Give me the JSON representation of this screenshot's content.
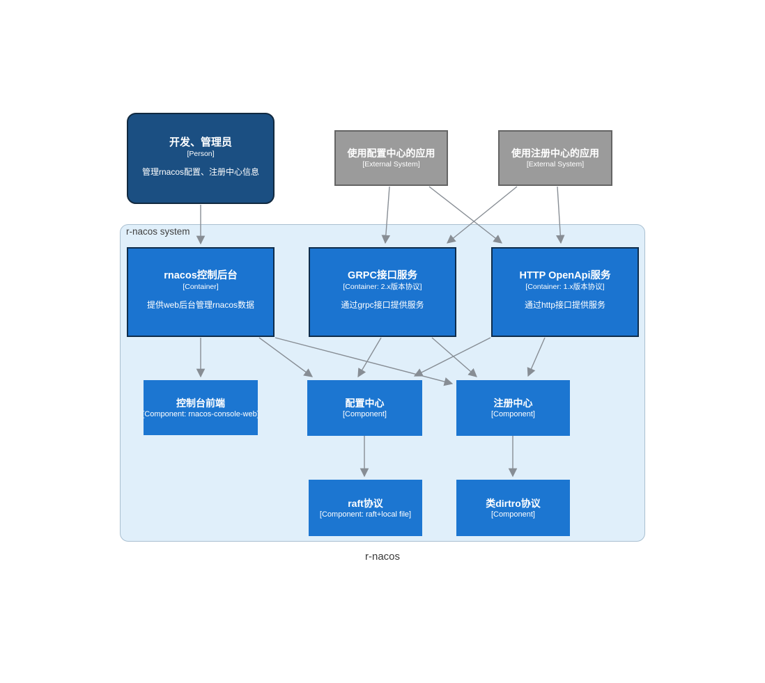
{
  "diagram": {
    "boundary_label": "r-nacos system",
    "caption": "r-nacos"
  },
  "colors": {
    "person_fill": "#1b4f82",
    "external_fill": "#9b9b9b",
    "container_fill": "#1b74d0",
    "component_fill": "#1c76d1",
    "boundary_fill": "#e0effa",
    "arrow": "#878d94",
    "text": "#ffffff"
  },
  "nodes": {
    "person": {
      "title": "开发、管理员",
      "subtitle": "[Person]",
      "description": "管理rnacos配置、注册中心信息"
    },
    "config_app": {
      "title": "使用配置中心的应用",
      "subtitle": "[External System]"
    },
    "registry_app": {
      "title": "使用注册中心的应用",
      "subtitle": "[External System]"
    },
    "console_backend": {
      "title": "rnacos控制后台",
      "subtitle": "[Container]",
      "description": "提供web后台管理rnacos数据"
    },
    "grpc_service": {
      "title": "GRPC接口服务",
      "subtitle": "[Container: 2.x版本协议]",
      "description": "通过grpc接口提供服务"
    },
    "http_service": {
      "title": "HTTP OpenApi服务",
      "subtitle": "[Container: 1.x版本协议]",
      "description": "通过http接口提供服务"
    },
    "console_frontend": {
      "title": "控制台前端",
      "subtitle": "[Component: rnacos-console-web]"
    },
    "config_center": {
      "title": "配置中心",
      "subtitle": "[Component]"
    },
    "registry_center": {
      "title": "注册中心",
      "subtitle": "[Component]"
    },
    "raft_protocol": {
      "title": "raft协议",
      "subtitle": "[Component: raft+local file]"
    },
    "distro_protocol": {
      "title": "类dirtro协议",
      "subtitle": "[Component]"
    }
  },
  "edges": [
    {
      "from": "person",
      "to": "console_backend",
      "points": [
        288,
        294,
        288,
        350
      ]
    },
    {
      "from": "config_app",
      "to": "grpc_service",
      "points": [
        559,
        268,
        553,
        349
      ]
    },
    {
      "from": "config_app",
      "to": "http_service",
      "points": [
        616,
        268,
        720,
        349
      ]
    },
    {
      "from": "registry_app",
      "to": "grpc_service",
      "points": [
        742,
        268,
        642,
        349
      ]
    },
    {
      "from": "registry_app",
      "to": "http_service",
      "points": [
        800,
        268,
        805,
        349
      ]
    },
    {
      "from": "console_backend",
      "to": "console_frontend",
      "points": [
        288,
        485,
        288,
        541
      ]
    },
    {
      "from": "console_backend",
      "to": "config_center",
      "points": [
        372,
        485,
        448,
        541
      ]
    },
    {
      "from": "console_backend",
      "to": "registry_center",
      "points": [
        395,
        485,
        649,
        551
      ]
    },
    {
      "from": "grpc_service",
      "to": "config_center",
      "points": [
        547,
        485,
        514,
        541
      ]
    },
    {
      "from": "grpc_service",
      "to": "registry_center",
      "points": [
        620,
        485,
        684,
        541
      ]
    },
    {
      "from": "http_service",
      "to": "config_center",
      "points": [
        704,
        485,
        595,
        540
      ]
    },
    {
      "from": "http_service",
      "to": "registry_center",
      "points": [
        782,
        485,
        758,
        540
      ]
    },
    {
      "from": "config_center",
      "to": "raft_protocol",
      "points": [
        523,
        626,
        523,
        684
      ]
    },
    {
      "from": "registry_center",
      "to": "distro_protocol",
      "points": [
        736,
        626,
        736,
        684
      ]
    }
  ]
}
